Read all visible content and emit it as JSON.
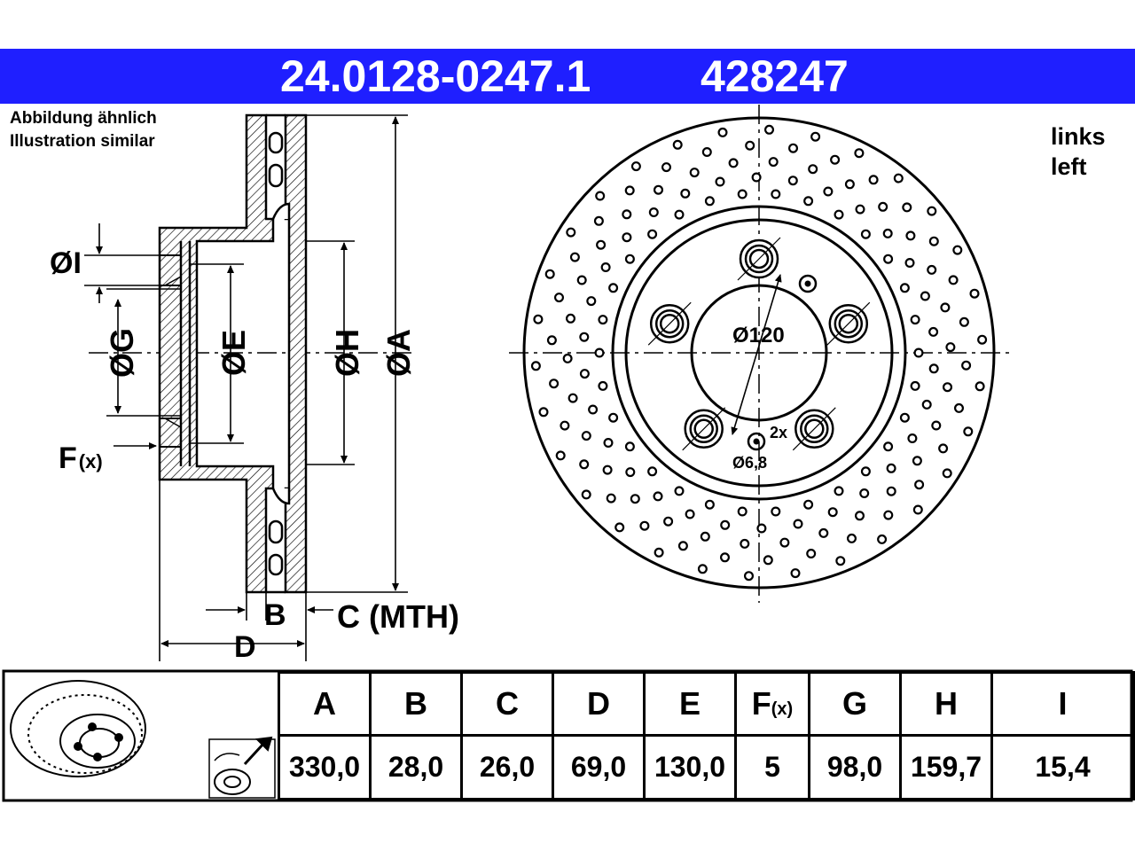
{
  "header": {
    "part_number": "24.0128-0247.1",
    "short_number": "428247",
    "background_color": "#1f1fff"
  },
  "notes": {
    "illustration_de": "Abbildung ähnlich",
    "illustration_en": "Illustration similar",
    "side_de": "links",
    "side_en": "left"
  },
  "section_labels": {
    "i": "ØI",
    "g": "ØG",
    "e": "ØE",
    "h": "ØH",
    "a": "ØA",
    "f_main": "F",
    "f_sub": "(x)",
    "b": "B",
    "c": "C (MTH)",
    "d": "D"
  },
  "front_view_labels": {
    "bolt_circle": "Ø120",
    "hole_count": "2x",
    "hole_diameter": "Ø6,8"
  },
  "icons": [
    "brake-disc-thumbnail-icon",
    "brake-install-icon"
  ],
  "table": {
    "columns": [
      {
        "key": "A",
        "label": "A",
        "value": "330,0"
      },
      {
        "key": "B",
        "label": "B",
        "value": "28,0"
      },
      {
        "key": "C",
        "label": "C",
        "value": "26,0"
      },
      {
        "key": "D",
        "label": "D",
        "value": "69,0"
      },
      {
        "key": "E",
        "label": "E",
        "value": "130,0"
      },
      {
        "key": "F",
        "label": "F",
        "label_sub": "(x)",
        "value": "5"
      },
      {
        "key": "G",
        "label": "G",
        "value": "98,0"
      },
      {
        "key": "H",
        "label": "H",
        "value": "159,7"
      },
      {
        "key": "I",
        "label": "I",
        "value": "15,4"
      }
    ]
  }
}
